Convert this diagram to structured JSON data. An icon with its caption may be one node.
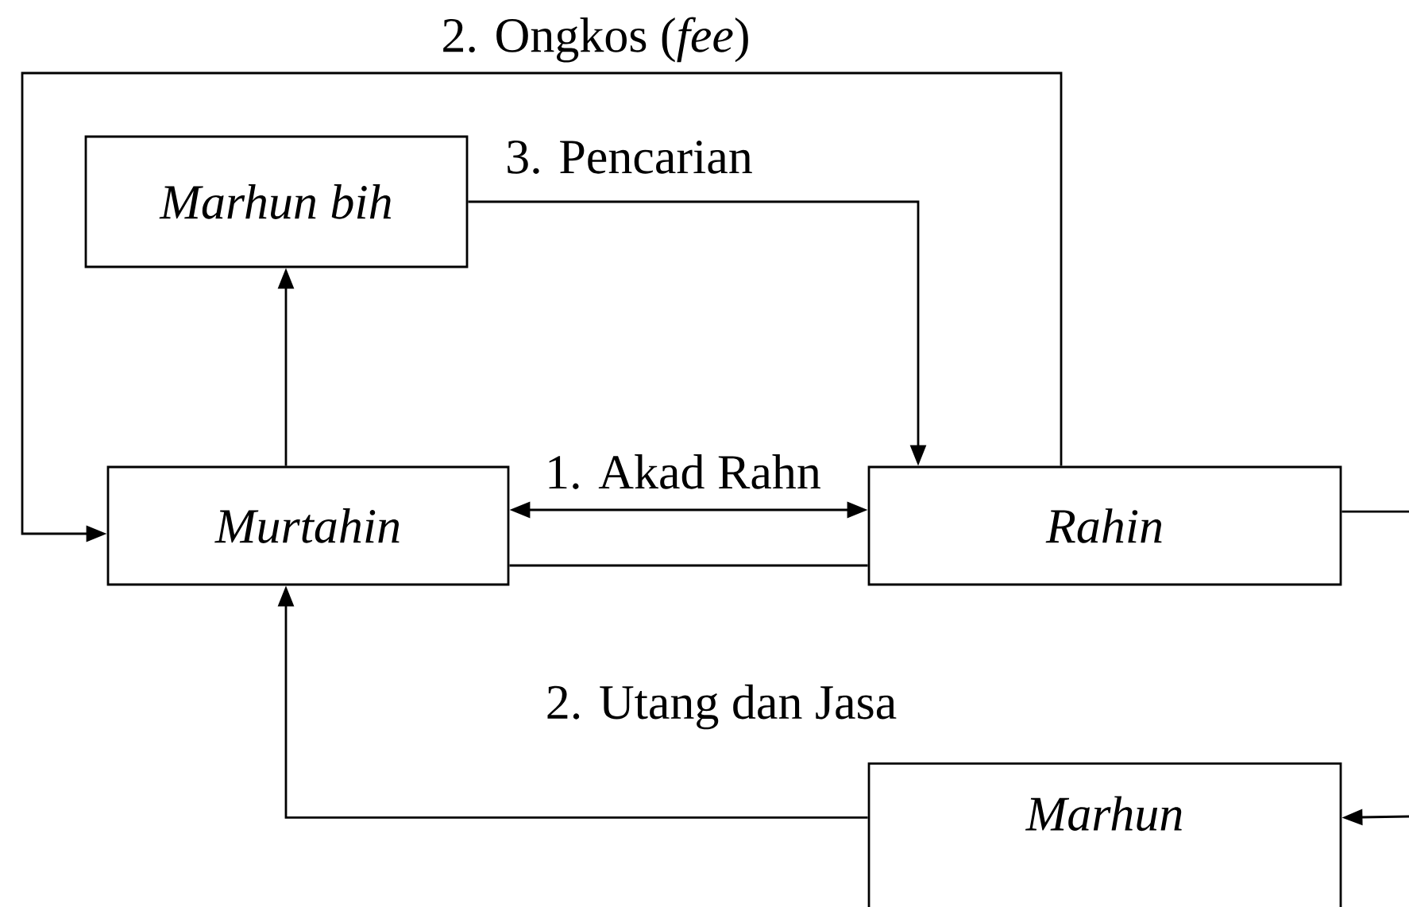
{
  "diagram": {
    "nodes": [
      {
        "text": [
          "Marhun bih"
        ]
      },
      {
        "text": [
          "Murtahin"
        ]
      },
      {
        "text": [
          "Rahin"
        ]
      },
      {
        "text": [
          "Marhun"
        ]
      }
    ],
    "edges": [
      {
        "from": 1,
        "to": 0,
        "arrow": "to"
      },
      {
        "from": 0,
        "to": 2,
        "arrow": "to",
        "label": "3. Pencarian"
      },
      {
        "from": 2,
        "to": 1,
        "arrow": "to",
        "label": "2. Ongkos (*fee*)"
      },
      {
        "from": 1,
        "to": 2,
        "arrow": "both",
        "label": "1. Akad Rahn"
      },
      {
        "from": 1,
        "to": 2,
        "arrow": "none"
      },
      {
        "from": 2,
        "to": null,
        "arrow": "none"
      },
      {
        "from": 3,
        "to": 1,
        "arrow": "to",
        "label": "2. Utang dan Jasa"
      },
      {
        "from": null,
        "to": 3,
        "arrow": "to"
      }
    ]
  }
}
